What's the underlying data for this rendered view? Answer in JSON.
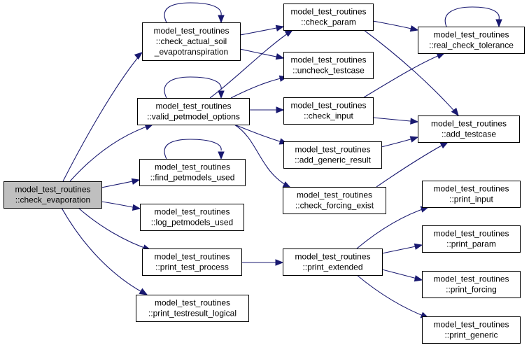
{
  "colors": {
    "edge": "#191970",
    "root_fill": "#bfbfbf",
    "node_fill": "#ffffff",
    "border": "#000000"
  },
  "nodes": [
    {
      "id": "check_evaporation",
      "line1": "model_test_routines",
      "line2": "::check_evaporation",
      "root": true
    },
    {
      "id": "check_actual_soil",
      "line1": "model_test_routines",
      "line2": "::check_actual_soil",
      "line3": "_evapotranspiration"
    },
    {
      "id": "valid_petmodel_options",
      "line1": "model_test_routines",
      "line2": "::valid_petmodel_options"
    },
    {
      "id": "find_petmodels_used",
      "line1": "model_test_routines",
      "line2": "::find_petmodels_used"
    },
    {
      "id": "log_petmodels_used",
      "line1": "model_test_routines",
      "line2": "::log_petmodels_used"
    },
    {
      "id": "print_test_process",
      "line1": "model_test_routines",
      "line2": "::print_test_process"
    },
    {
      "id": "print_testresult_logical",
      "line1": "model_test_routines",
      "line2": "::print_testresult_logical"
    },
    {
      "id": "check_param",
      "line1": "model_test_routines",
      "line2": "::check_param"
    },
    {
      "id": "uncheck_testcase",
      "line1": "model_test_routines",
      "line2": "::uncheck_testcase"
    },
    {
      "id": "check_input",
      "line1": "model_test_routines",
      "line2": "::check_input"
    },
    {
      "id": "add_generic_result",
      "line1": "model_test_routines",
      "line2": "::add_generic_result"
    },
    {
      "id": "check_forcing_exist",
      "line1": "model_test_routines",
      "line2": "::check_forcing_exist"
    },
    {
      "id": "print_extended",
      "line1": "model_test_routines",
      "line2": "::print_extended"
    },
    {
      "id": "real_check_tolerance",
      "line1": "model_test_routines",
      "line2": "::real_check_tolerance"
    },
    {
      "id": "add_testcase",
      "line1": "model_test_routines",
      "line2": "::add_testcase"
    },
    {
      "id": "print_input",
      "line1": "model_test_routines",
      "line2": "::print_input"
    },
    {
      "id": "print_param",
      "line1": "model_test_routines",
      "line2": "::print_param"
    },
    {
      "id": "print_forcing",
      "line1": "model_test_routines",
      "line2": "::print_forcing"
    },
    {
      "id": "print_generic",
      "line1": "model_test_routines",
      "line2": "::print_generic"
    }
  ],
  "edges": [
    {
      "from": "check_evaporation",
      "to": "check_actual_soil"
    },
    {
      "from": "check_evaporation",
      "to": "valid_petmodel_options"
    },
    {
      "from": "check_evaporation",
      "to": "find_petmodels_used"
    },
    {
      "from": "check_evaporation",
      "to": "log_petmodels_used"
    },
    {
      "from": "check_evaporation",
      "to": "print_test_process"
    },
    {
      "from": "check_evaporation",
      "to": "print_testresult_logical"
    },
    {
      "from": "check_actual_soil",
      "to": "check_actual_soil"
    },
    {
      "from": "check_actual_soil",
      "to": "check_param"
    },
    {
      "from": "check_actual_soil",
      "to": "uncheck_testcase"
    },
    {
      "from": "valid_petmodel_options",
      "to": "valid_petmodel_options"
    },
    {
      "from": "valid_petmodel_options",
      "to": "check_param"
    },
    {
      "from": "valid_petmodel_options",
      "to": "uncheck_testcase"
    },
    {
      "from": "valid_petmodel_options",
      "to": "check_input"
    },
    {
      "from": "valid_petmodel_options",
      "to": "add_generic_result"
    },
    {
      "from": "valid_petmodel_options",
      "to": "check_forcing_exist"
    },
    {
      "from": "find_petmodels_used",
      "to": "find_petmodels_used"
    },
    {
      "from": "print_test_process",
      "to": "print_extended"
    },
    {
      "from": "check_param",
      "to": "real_check_tolerance"
    },
    {
      "from": "check_param",
      "to": "add_testcase"
    },
    {
      "from": "real_check_tolerance",
      "to": "real_check_tolerance"
    },
    {
      "from": "check_input",
      "to": "real_check_tolerance"
    },
    {
      "from": "check_input",
      "to": "add_testcase"
    },
    {
      "from": "add_generic_result",
      "to": "add_testcase"
    },
    {
      "from": "check_forcing_exist",
      "to": "add_testcase"
    },
    {
      "from": "print_extended",
      "to": "print_input"
    },
    {
      "from": "print_extended",
      "to": "print_param"
    },
    {
      "from": "print_extended",
      "to": "print_forcing"
    },
    {
      "from": "print_extended",
      "to": "print_generic"
    }
  ]
}
